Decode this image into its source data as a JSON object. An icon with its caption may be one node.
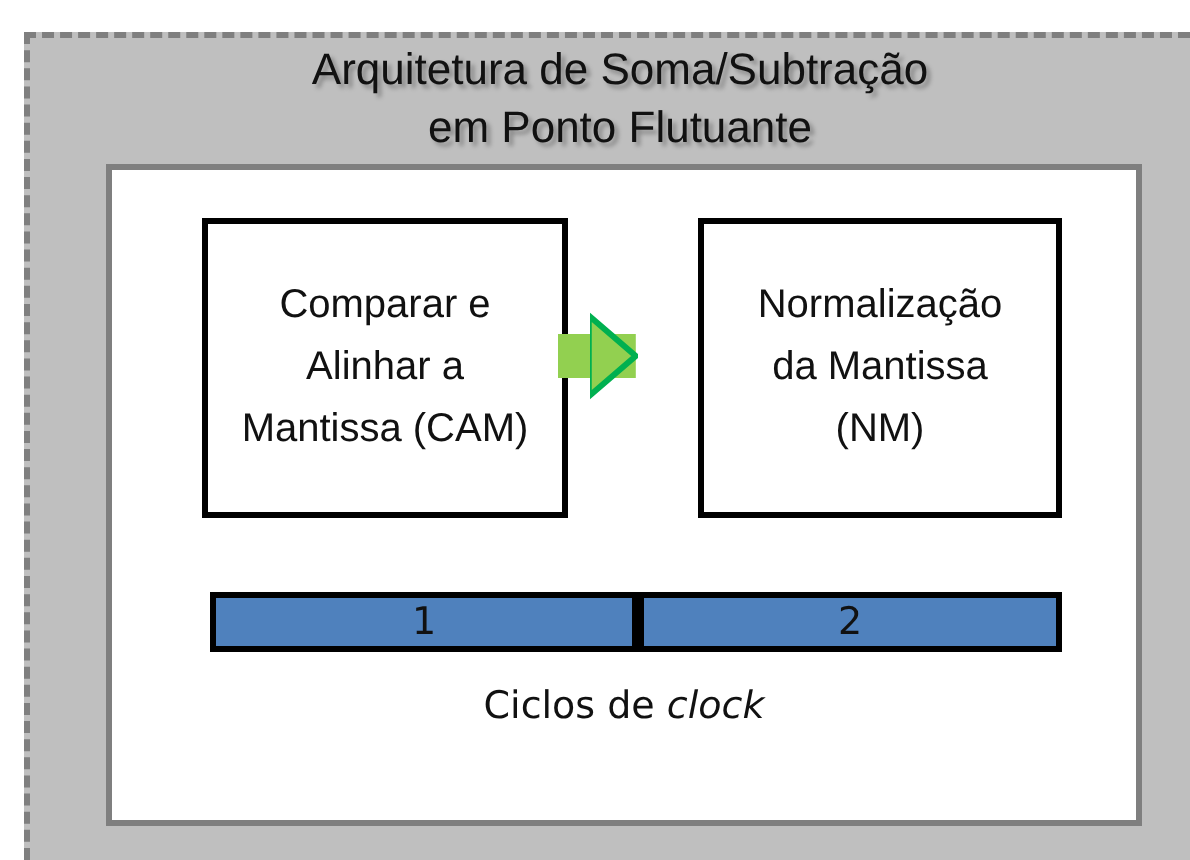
{
  "diagram": {
    "nodes": [
      {
        "text": [
          "Arquitetura de Soma/Subtração em Ponto Flutuante"
        ]
      },
      {
        "text": [],
        "shape": "box",
        "in": 0
      },
      {
        "text": [
          "Comparar e Alinhar a Mantissa (CAM)"
        ],
        "in": 1
      },
      {
        "text": [
          "Normalização da Mantissa (NM)"
        ],
        "in": 1
      },
      {
        "text": [
          "1"
        ],
        "in": 1
      },
      {
        "text": [
          "2"
        ],
        "in": 1
      }
    ],
    "edges": [
      {
        "from": 2,
        "to": 3,
        "arrow": "to",
        "color": "#92d050"
      }
    ],
    "labels": [
      "Ciclos de *clock*"
    ]
  }
}
